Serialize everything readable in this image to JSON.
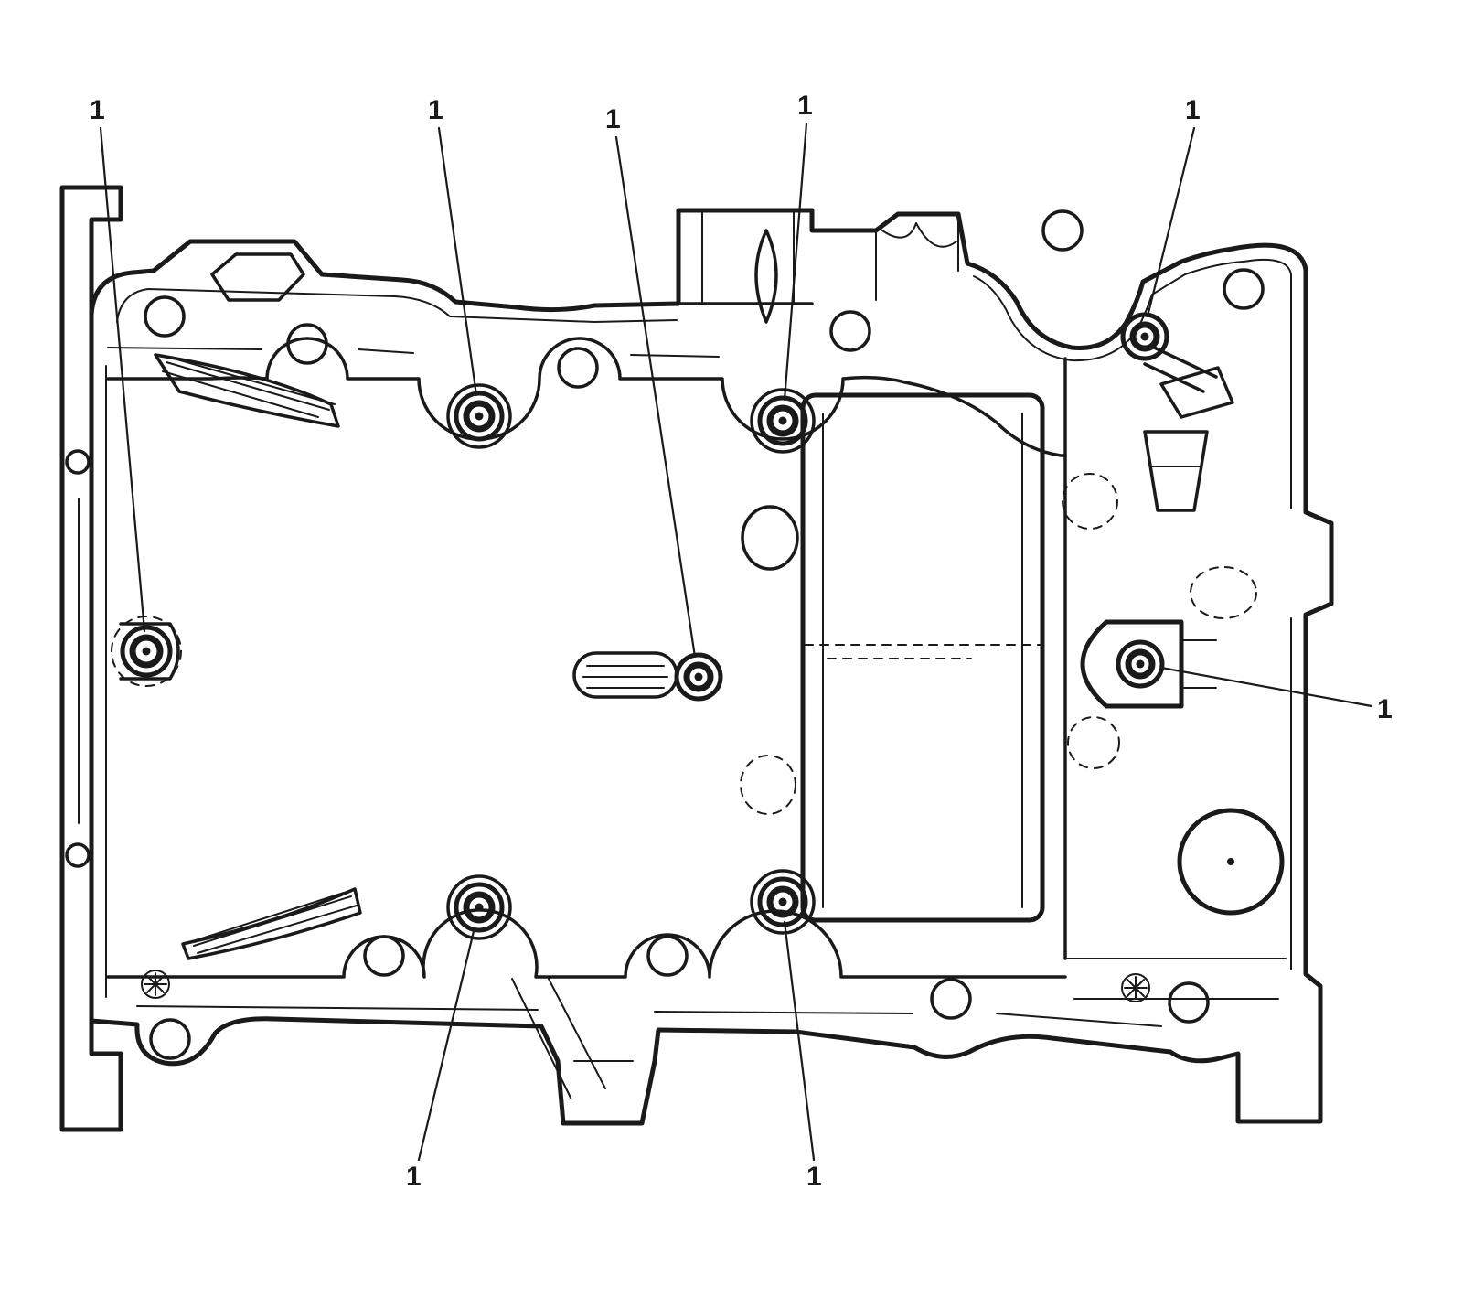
{
  "figure": {
    "background_color": "#ffffff",
    "line_color": "#1a1a1a",
    "description": "Engine cylinder block bottom view with bolt hole locations marked by numbered callouts"
  },
  "callouts": [
    {
      "label": "1"
    },
    {
      "label": "1"
    },
    {
      "label": "1"
    },
    {
      "label": "1"
    },
    {
      "label": "1"
    },
    {
      "label": "1"
    },
    {
      "label": "1"
    },
    {
      "label": "1"
    }
  ]
}
